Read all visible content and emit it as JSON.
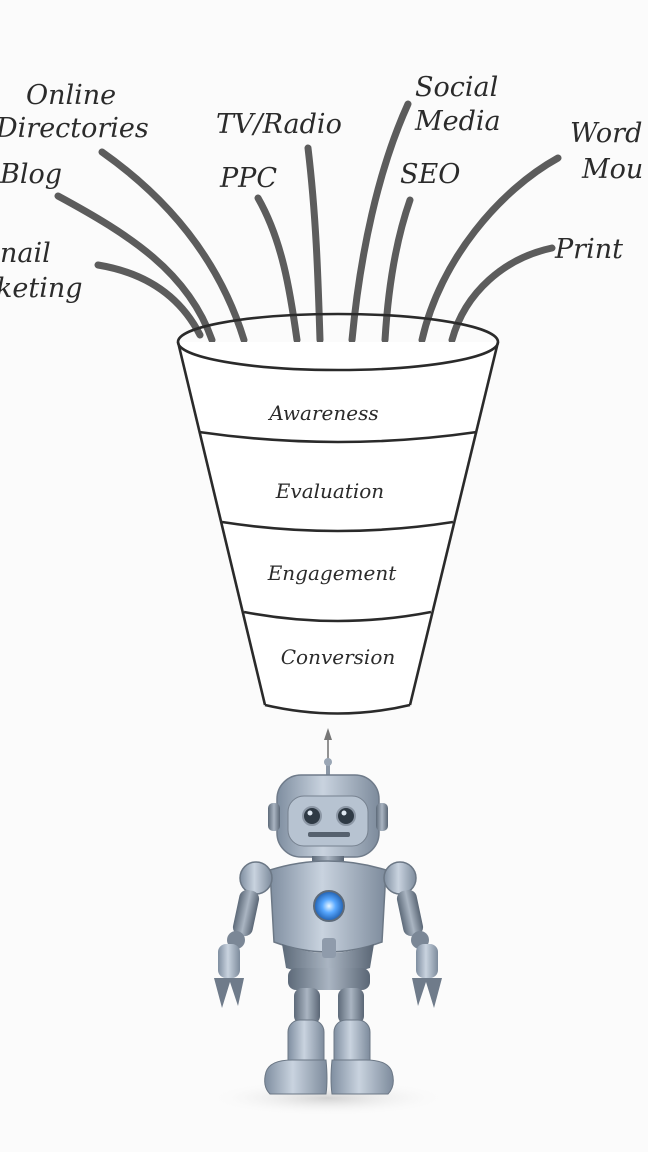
{
  "sources": [
    {
      "id": "online-directories",
      "lines": [
        "Online",
        "Directories"
      ]
    },
    {
      "id": "blog",
      "lines": [
        "Blog"
      ]
    },
    {
      "id": "email-marketing",
      "lines": [
        "nail",
        "keting"
      ]
    },
    {
      "id": "tv-radio",
      "lines": [
        "TV/Radio"
      ]
    },
    {
      "id": "ppc",
      "lines": [
        "PPC"
      ]
    },
    {
      "id": "social-media",
      "lines": [
        "Social",
        "Media"
      ]
    },
    {
      "id": "seo",
      "lines": [
        "SEO"
      ]
    },
    {
      "id": "word-of-mouth",
      "lines": [
        "Word",
        "Mou"
      ]
    },
    {
      "id": "print",
      "lines": [
        "Print"
      ]
    }
  ],
  "funnel": {
    "stages": [
      "Awareness",
      "Evaluation",
      "Engagement",
      "Conversion"
    ]
  },
  "colors": {
    "background": "#fbfbfb",
    "ink": "#2b2b2b",
    "stroke": "#5c5c5c",
    "robot_body": "#a9b6c6",
    "robot_core_glow": "#58a8ff"
  },
  "figure": {
    "icon": "robot-icon"
  }
}
